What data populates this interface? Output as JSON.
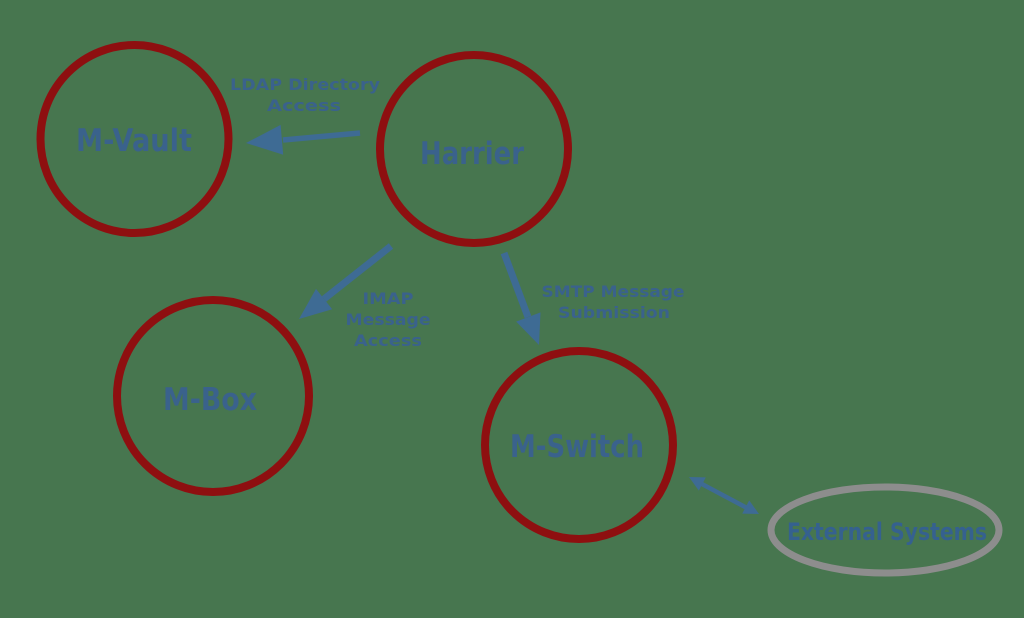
{
  "diagram": {
    "background_color": "#47764f",
    "node_stroke_color": "#8e0f10",
    "external_stroke_color": "#8d8d8d",
    "label_color": "#3a628c",
    "arrow_color": "#3e6b94",
    "nodes": {
      "m_vault": {
        "label": "M-Vault",
        "shape": "circle"
      },
      "harrier": {
        "label": "Harrier",
        "shape": "circle"
      },
      "m_box": {
        "label": "M-Box",
        "shape": "circle"
      },
      "m_switch": {
        "label": "M-Switch",
        "shape": "circle"
      },
      "external_systems": {
        "label": "External Systems",
        "shape": "ellipse"
      }
    },
    "edges": {
      "ldap": {
        "from": "Harrier",
        "to": "M-Vault",
        "direction": "one-way",
        "label_line1": "LDAP Directory",
        "label_line2": "Access"
      },
      "imap": {
        "from": "Harrier",
        "to": "M-Box",
        "direction": "one-way",
        "label_line1": "IMAP",
        "label_line2": "Message",
        "label_line3": "Access"
      },
      "smtp": {
        "from": "Harrier",
        "to": "M-Switch",
        "direction": "one-way",
        "label_line1": "SMTP Message",
        "label_line2": "Submission"
      },
      "external_link": {
        "from": "M-Switch",
        "to": "External Systems",
        "direction": "two-way"
      }
    }
  }
}
